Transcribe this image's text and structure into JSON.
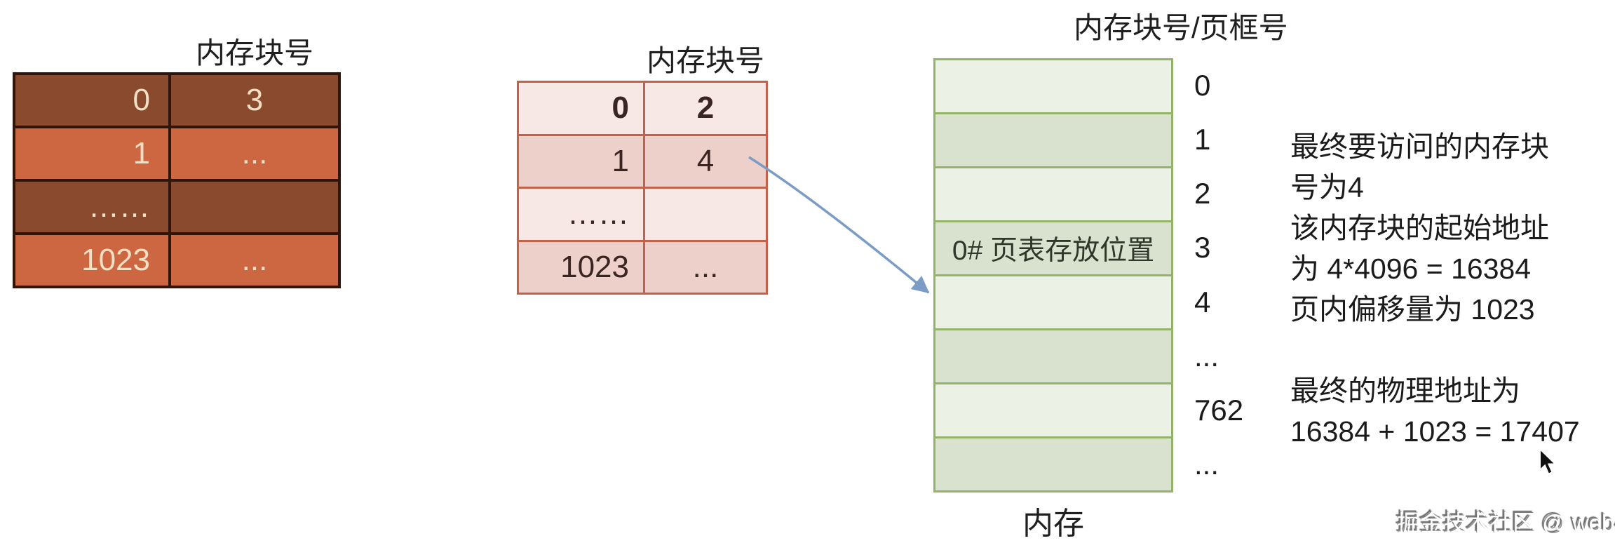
{
  "left_table": {
    "header": "内存块号",
    "rows": [
      {
        "col1": "0",
        "col2": "3"
      },
      {
        "col1": "1",
        "col2": "..."
      },
      {
        "col1": "……",
        "col2": ""
      },
      {
        "col1": "1023",
        "col2": "..."
      }
    ],
    "colors": {
      "dark": "#8a4a2e",
      "light": "#cd6742",
      "border": "#2f150a",
      "text": "#f2dfc4"
    }
  },
  "middle_table": {
    "header": "内存块号",
    "rows": [
      {
        "col1": "0",
        "col2": "2"
      },
      {
        "col1": "1",
        "col2": "4"
      },
      {
        "col1": "……",
        "col2": ""
      },
      {
        "col1": "1023",
        "col2": "..."
      }
    ],
    "colors": {
      "light": "#f8e8e5",
      "dark": "#ecd0c9",
      "border": "#c4614a",
      "text": "#3a2522"
    }
  },
  "memory_table": {
    "header": "内存块号/页框号",
    "footer": "内存",
    "rows": [
      {
        "label": "0",
        "content": ""
      },
      {
        "label": "1",
        "content": ""
      },
      {
        "label": "2",
        "content": ""
      },
      {
        "label": "3",
        "content": "0# 页表存放位置"
      },
      {
        "label": "4",
        "content": ""
      },
      {
        "label": "...",
        "content": ""
      },
      {
        "label": "762",
        "content": ""
      },
      {
        "label": "...",
        "content": ""
      }
    ],
    "colors": {
      "light": "#ebf1e5",
      "dark": "#d8e2ce",
      "border": "#92b368",
      "text": "#2e382a"
    }
  },
  "notes": {
    "lines": [
      "最终要访问的内存块",
      "号为4",
      "该内存块的起始地址",
      "为 4*4096 = 16384",
      "页内偏移量为 1023",
      "",
      "最终的物理地址为",
      "16384 + 1023 = 17407"
    ]
  },
  "watermark": {
    "text": "掘金技术社区 @ web小张"
  },
  "arrow": {
    "color": "#7b9cc4"
  }
}
